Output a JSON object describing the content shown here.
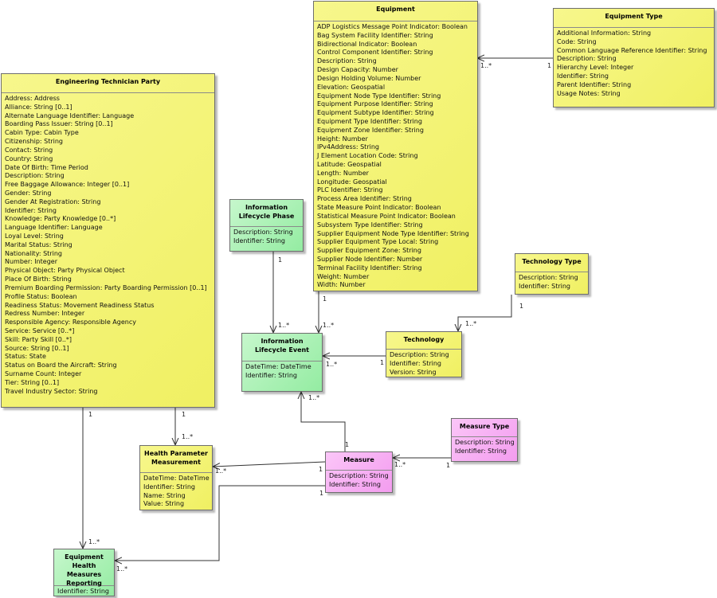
{
  "classes": {
    "equipment": {
      "title": "Equipment",
      "attributes": [
        "ADP Logistics Message Point Indicator: Boolean",
        "Bag System Facility Identifier: String",
        "Bidirectional Indicator: Boolean",
        "Control Component Identifier: String",
        "Description: String",
        "Design Capacity: Number",
        "Design Holding Volume: Number",
        "Elevation: Geospatial",
        "Equipment Node Type Identifier: String",
        "Equipment Purpose Identifier: String",
        "Equipment Subtype Identifier: String",
        "Equipment Type Identifier: String",
        "Equipment Zone Identifier: String",
        "Height: Number",
        "IPv4Address: String",
        "J Element Location Code: String",
        "Latitude: Geospatial",
        "Length: Number",
        "Longitude: Geospatial",
        "PLC Identifier: String",
        "Process Area Identifier: String",
        "State Measure Point Indicator: Boolean",
        "Statistical Measure Point Indicator: Boolean",
        "Subsystem Type Identifier: String",
        "Supplier Equipment Node Type Identifier: String",
        "Supplier Equipment Type Local: String",
        "Supplier Equipment Zone: String",
        "Supplier Node Identifier: Number",
        "Terminal Facility Identifier: String",
        "Weight: Number",
        "Width: Number"
      ]
    },
    "equipment_type": {
      "title": "Equipment Type",
      "attributes": [
        "Additional Information: String",
        "Code: String",
        "Common Language Reference Identifier: String",
        "Description: String",
        "Hierarchy Level: Integer",
        "Identifier: String",
        "Parent Identifier: String",
        "Usage Notes: String"
      ]
    },
    "engineering_technician_party": {
      "title": "Engineering Technician Party",
      "attributes": [
        "Address: Address",
        "Alliance: String [0..1]",
        "Alternate Language Identifier: Language",
        "Boarding Pass Issuer: String [0..1]",
        "Cabin Type: Cabin Type",
        "Citizenship: String",
        "Contact: String",
        "Country: String",
        "Date Of Birth: Time Period",
        "Description: String",
        "Free Baggage Allowance: Integer [0..1]",
        "Gender: String",
        "Gender At Registration: String",
        "Identifier: String",
        "Knowledge: Party Knowledge [0..*]",
        "Language Identifier: Language",
        "Loyal Level: String",
        "Marital Status: String",
        "Nationality: String",
        "Number: Integer",
        "Physical Object: Party Physical Object",
        "Place Of Birth: String",
        "Premium Boarding Permission: Party Boarding Permission [0..1]",
        "Profile Status: Boolean",
        "Readiness Status: Movement Readiness Status",
        "Redress Number: Integer",
        "Responsible Agency: Responsible Agency",
        "Service: Service [0..*]",
        "Skill: Party Skill [0..*]",
        "Source: String [0..1]",
        "Status: State",
        "Status on Board the Aircraft: String",
        "Surname Count: Integer",
        "Tier: String [0..1]",
        "Travel Industry Sector: String"
      ]
    },
    "information_lifecycle_phase": {
      "title": "Information Lifecycle Phase",
      "attributes": [
        "Description: String",
        "Identifier: String"
      ]
    },
    "information_lifecycle_event": {
      "title": "Information Lifecycle Event",
      "attributes": [
        "DateTime: DateTime",
        "Identifier: String"
      ]
    },
    "technology_type": {
      "title": "Technology Type",
      "attributes": [
        "Description: String",
        "Identifier: String"
      ]
    },
    "technology": {
      "title": "Technology",
      "attributes": [
        "Description: String",
        "Identifier: String",
        "Version: String"
      ]
    },
    "measure_type": {
      "title": "Measure Type",
      "attributes": [
        "Description: String",
        "Identifier: String"
      ]
    },
    "measure": {
      "title": "Measure",
      "attributes": [
        "Description: String",
        "Identifier: String"
      ]
    },
    "health_parameter_measurement": {
      "title": "Health Parameter Measurement",
      "attributes": [
        "DateTime: DateTime",
        "Identifier: String",
        "Name: String",
        "Value: String"
      ]
    },
    "equipment_health_measures_reporting": {
      "title": "Equipment Health Measures Reporting",
      "attributes": [
        "Identifier: String"
      ]
    }
  },
  "associations": [
    {
      "from": "equipment_type",
      "to": "equipment",
      "from_mult": "1",
      "to_mult": "1..*"
    },
    {
      "from": "equipment",
      "to": "information_lifecycle_event",
      "from_mult": "1",
      "to_mult": "1..*"
    },
    {
      "from": "information_lifecycle_phase",
      "to": "information_lifecycle_event",
      "from_mult": "1",
      "to_mult": "1..*"
    },
    {
      "from": "technology_type",
      "to": "technology",
      "from_mult": "1",
      "to_mult": "1..*"
    },
    {
      "from": "technology",
      "to": "information_lifecycle_event",
      "from_mult": "1",
      "to_mult": "1..*"
    },
    {
      "from": "measure",
      "to": "information_lifecycle_event",
      "from_mult": "1",
      "to_mult": "1..*"
    },
    {
      "from": "measure_type",
      "to": "measure",
      "from_mult": "1",
      "to_mult": "1..*"
    },
    {
      "from": "measure",
      "to": "health_parameter_measurement",
      "from_mult": "1",
      "to_mult": "1..*"
    },
    {
      "from": "measure",
      "to": "equipment_health_measures_reporting",
      "from_mult": "1",
      "to_mult": "1..*"
    },
    {
      "from": "engineering_technician_party",
      "to": "health_parameter_measurement",
      "from_mult": "1",
      "to_mult": "1..*"
    },
    {
      "from": "engineering_technician_party",
      "to": "equipment_health_measures_reporting",
      "from_mult": "1",
      "to_mult": "1..*"
    }
  ]
}
